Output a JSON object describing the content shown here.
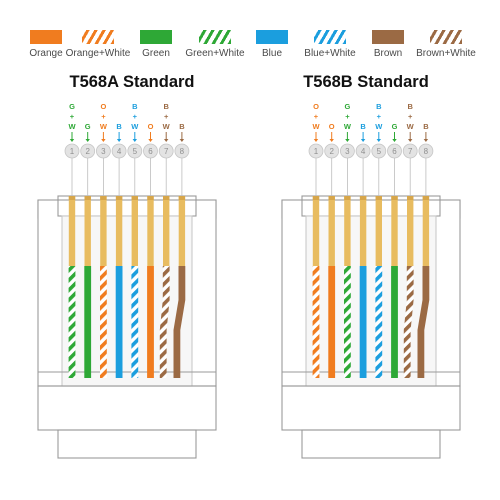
{
  "colors": {
    "orange": "#f07c1f",
    "green": "#2ea836",
    "blue": "#1b9ede",
    "brown": "#9b6a44",
    "gold": "#e8bc60",
    "white": "#ffffff"
  },
  "legend": [
    {
      "label": "Orange",
      "color": "orange",
      "striped": false
    },
    {
      "label": "Orange+White",
      "color": "orange",
      "striped": true
    },
    {
      "label": "Green",
      "color": "green",
      "striped": false
    },
    {
      "label": "Green+White",
      "color": "green",
      "striped": true
    },
    {
      "label": "Blue",
      "color": "blue",
      "striped": false
    },
    {
      "label": "Blue+White",
      "color": "blue",
      "striped": true
    },
    {
      "label": "Brown",
      "color": "brown",
      "striped": false
    },
    {
      "label": "Brown+White",
      "color": "brown",
      "striped": true
    }
  ],
  "connectors": [
    {
      "title": "T568A Standard",
      "pins": [
        {
          "num": "1",
          "color": "green",
          "striped": true,
          "letters": [
            "G",
            "+",
            "W"
          ]
        },
        {
          "num": "2",
          "color": "green",
          "striped": false,
          "letters": [
            "G"
          ]
        },
        {
          "num": "3",
          "color": "orange",
          "striped": true,
          "letters": [
            "O",
            "+",
            "W"
          ]
        },
        {
          "num": "4",
          "color": "blue",
          "striped": false,
          "letters": [
            "B"
          ]
        },
        {
          "num": "5",
          "color": "blue",
          "striped": true,
          "letters": [
            "B",
            "+",
            "W"
          ]
        },
        {
          "num": "6",
          "color": "orange",
          "striped": false,
          "letters": [
            "O"
          ]
        },
        {
          "num": "7",
          "color": "brown",
          "striped": true,
          "letters": [
            "B",
            "+",
            "W"
          ]
        },
        {
          "num": "8",
          "color": "brown",
          "striped": false,
          "letters": [
            "B"
          ]
        }
      ]
    },
    {
      "title": "T568B Standard",
      "pins": [
        {
          "num": "1",
          "color": "orange",
          "striped": true,
          "letters": [
            "O",
            "+",
            "W"
          ]
        },
        {
          "num": "2",
          "color": "orange",
          "striped": false,
          "letters": [
            "O"
          ]
        },
        {
          "num": "3",
          "color": "green",
          "striped": true,
          "letters": [
            "G",
            "+",
            "W"
          ]
        },
        {
          "num": "4",
          "color": "blue",
          "striped": false,
          "letters": [
            "B"
          ]
        },
        {
          "num": "5",
          "color": "blue",
          "striped": true,
          "letters": [
            "B",
            "+",
            "W"
          ]
        },
        {
          "num": "6",
          "color": "green",
          "striped": false,
          "letters": [
            "G"
          ]
        },
        {
          "num": "7",
          "color": "brown",
          "striped": true,
          "letters": [
            "B",
            "+",
            "W"
          ]
        },
        {
          "num": "8",
          "color": "brown",
          "striped": false,
          "letters": [
            "B"
          ]
        }
      ]
    }
  ]
}
